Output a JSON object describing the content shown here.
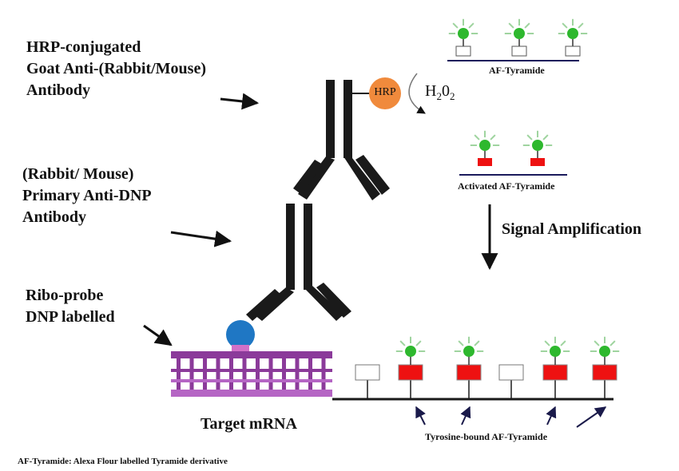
{
  "labels": {
    "secondary_antibody": [
      "HRP-conjugated",
      "Goat Anti-(Rabbit/Mouse)",
      "Antibody"
    ],
    "primary_antibody": [
      "(Rabbit/ Mouse)",
      "Primary Anti-DNP",
      "Antibody"
    ],
    "riboprobe": [
      "Ribo-probe",
      "DNP labelled"
    ],
    "target": "Target mRNA",
    "hrp": "HRP",
    "h2o2_main": "H",
    "h2o2_sub1": "2",
    "h2o2_mid": "0",
    "h2o2_sub2": "2",
    "af_tyramide": "AF-Tyramide",
    "activated_af_tyramide": "Activated AF-Tyramide",
    "signal_amplification": "Signal Amplification",
    "tyrosine_bound": "Tyrosine-bound AF-Tyramide",
    "footnote": "AF-Tyramide: Alexa Flour labelled Tyramide derivative"
  },
  "colors": {
    "antibody": "#1a1a1a",
    "hrp": "#f08a3c",
    "dnp": "#1f77c4",
    "mrna_dark": "#8b3a9a",
    "mrna_light": "#b565c4",
    "fluor": "#2eb82e",
    "ray": "#9fd49f",
    "activated": "#ee1111",
    "inactive_box": "#ffffff",
    "underline": "#1a1a5c"
  }
}
